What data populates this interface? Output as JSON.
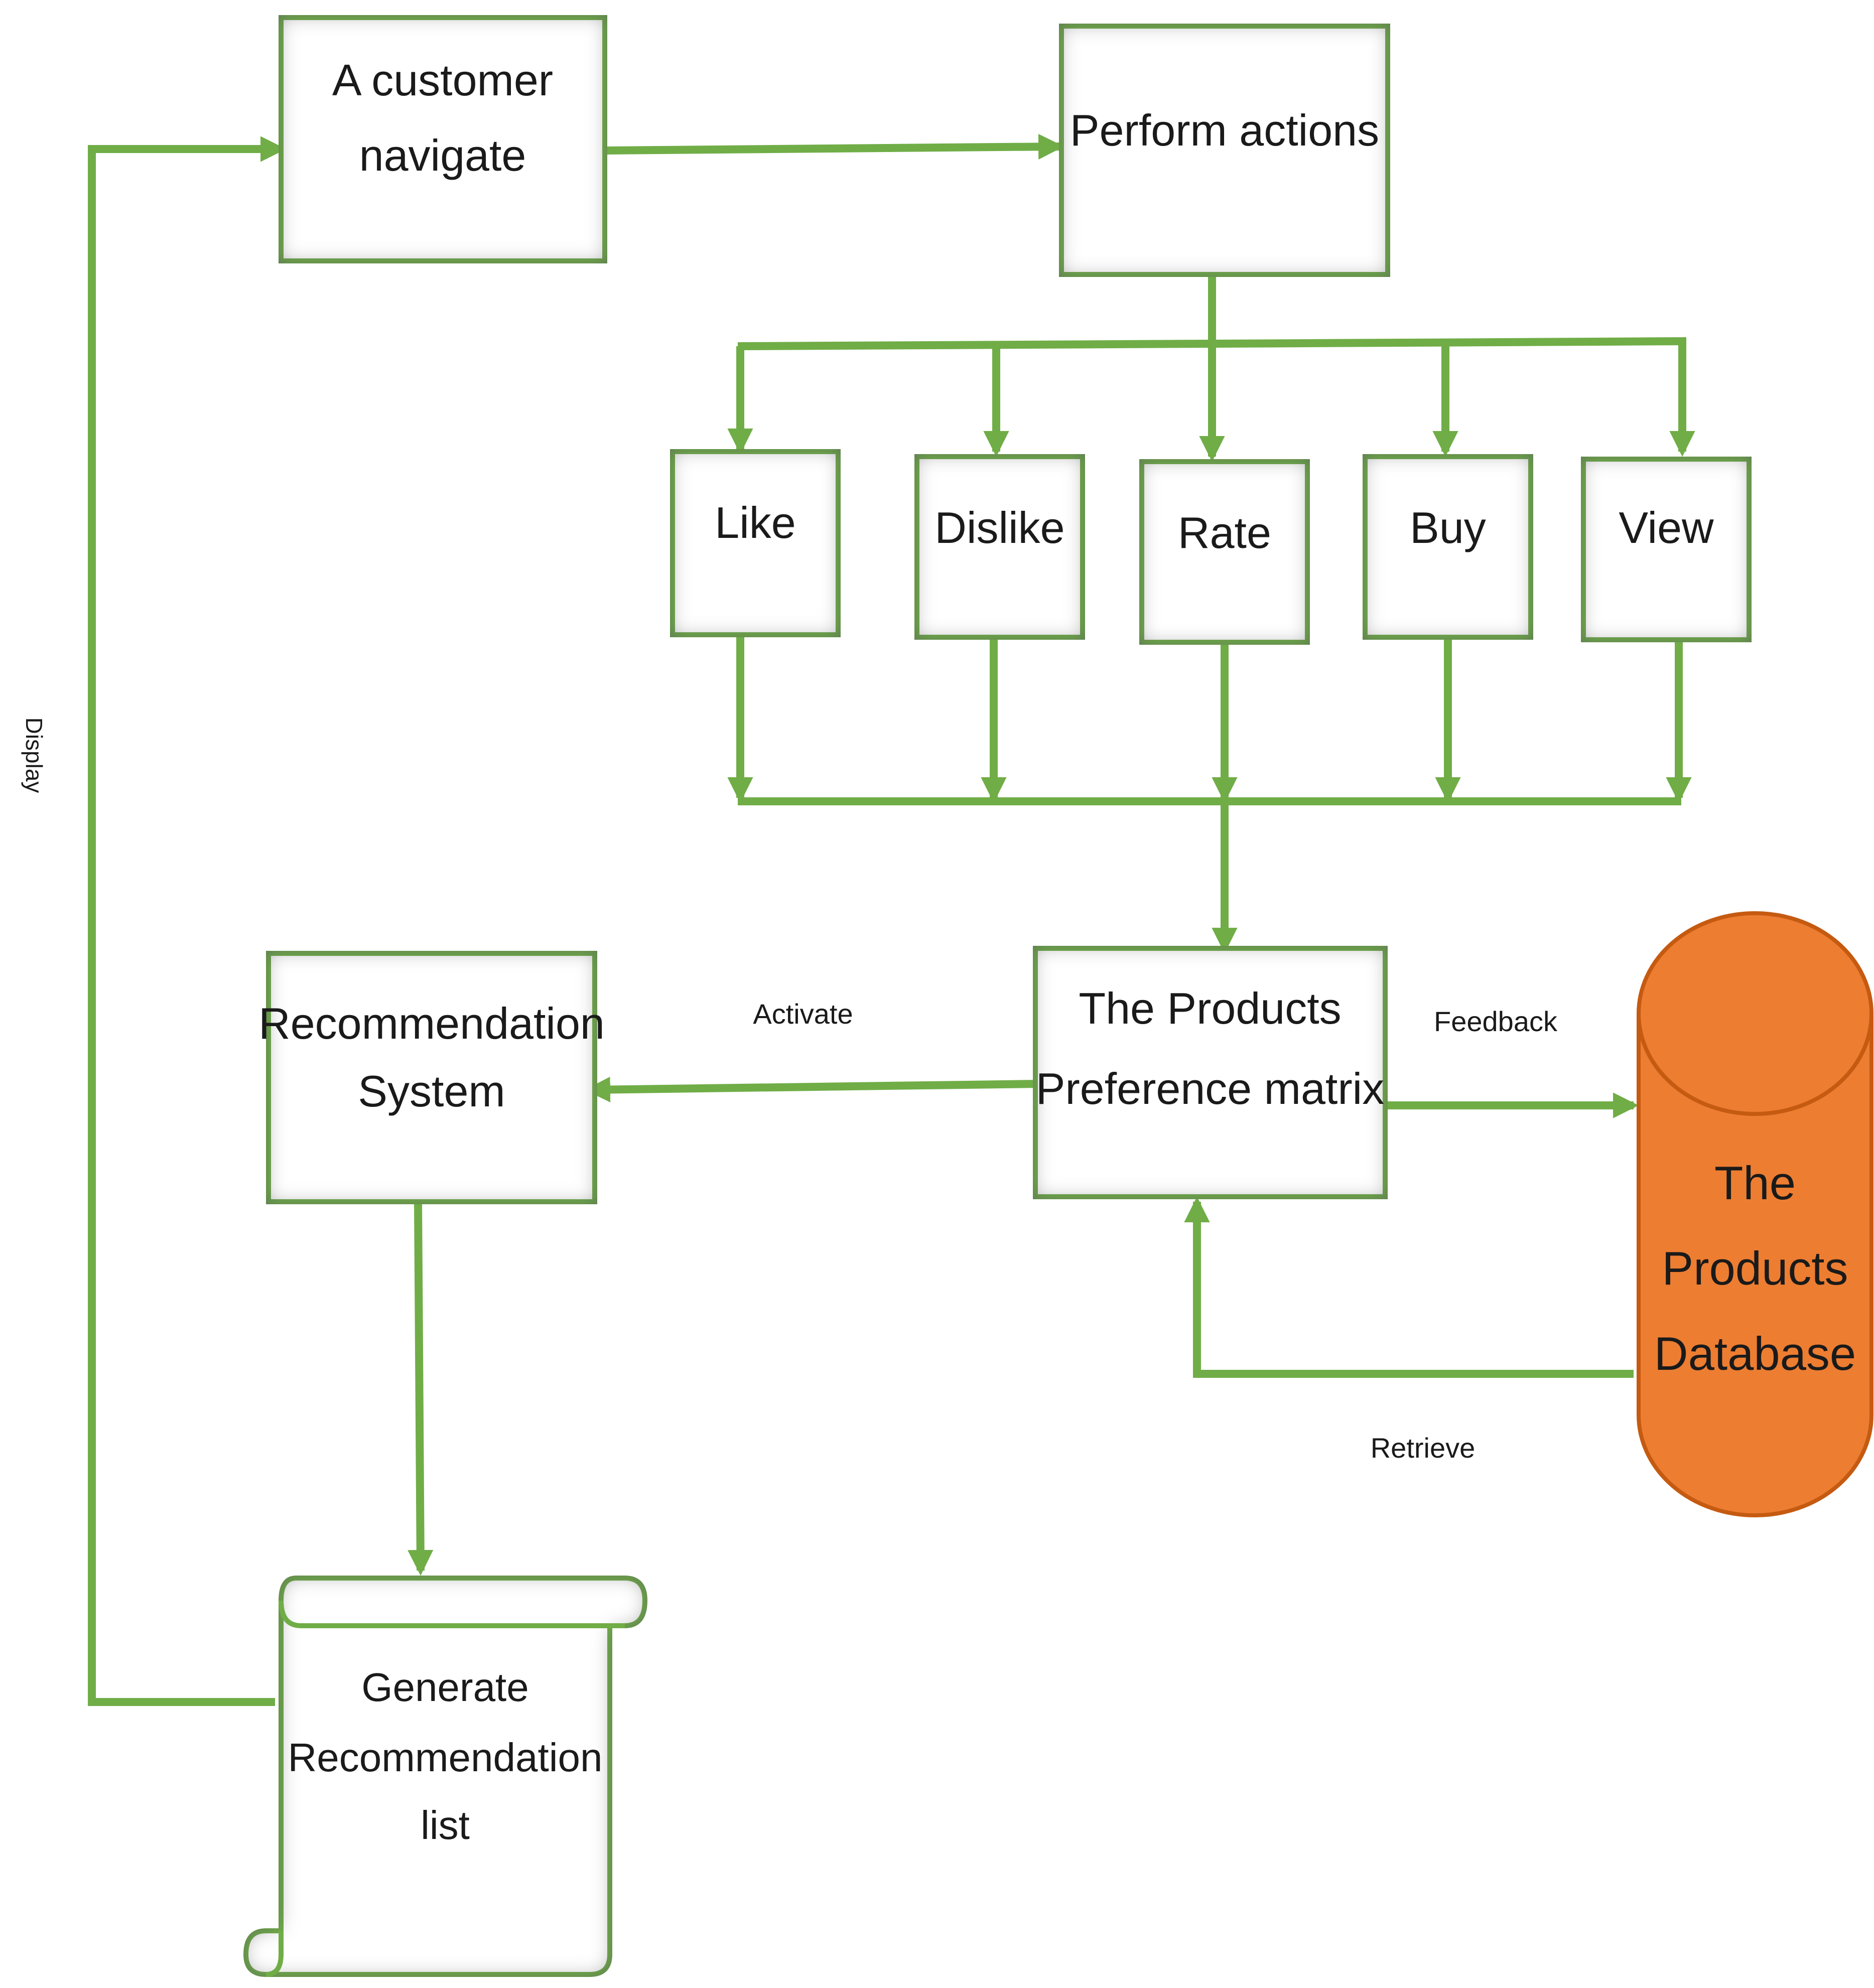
{
  "nodes": {
    "customer_navigate": {
      "lines": [
        "A customer",
        "navigate"
      ]
    },
    "perform_actions": {
      "lines": [
        "Perform actions"
      ]
    },
    "like": {
      "label": "Like"
    },
    "dislike": {
      "label": "Dislike"
    },
    "rate": {
      "label": "Rate"
    },
    "buy": {
      "label": "Buy"
    },
    "view": {
      "label": "View"
    },
    "preference_matrix": {
      "lines": [
        "The Products",
        "Preference matrix"
      ]
    },
    "recommendation_system": {
      "lines": [
        "Recommendation",
        "System"
      ]
    },
    "recommendation_list": {
      "lines": [
        "Generate",
        "Recommendation",
        "list"
      ]
    },
    "products_database": {
      "lines": [
        "The",
        "Products",
        "Database"
      ]
    }
  },
  "edge_labels": {
    "activate": "Activate",
    "feedback": "Feedback",
    "retrieve": "Retrieve",
    "display": "Display"
  },
  "colors": {
    "connector": "#70AD47",
    "database_fill": "#ED7D31",
    "database_stroke": "#C55A11"
  }
}
